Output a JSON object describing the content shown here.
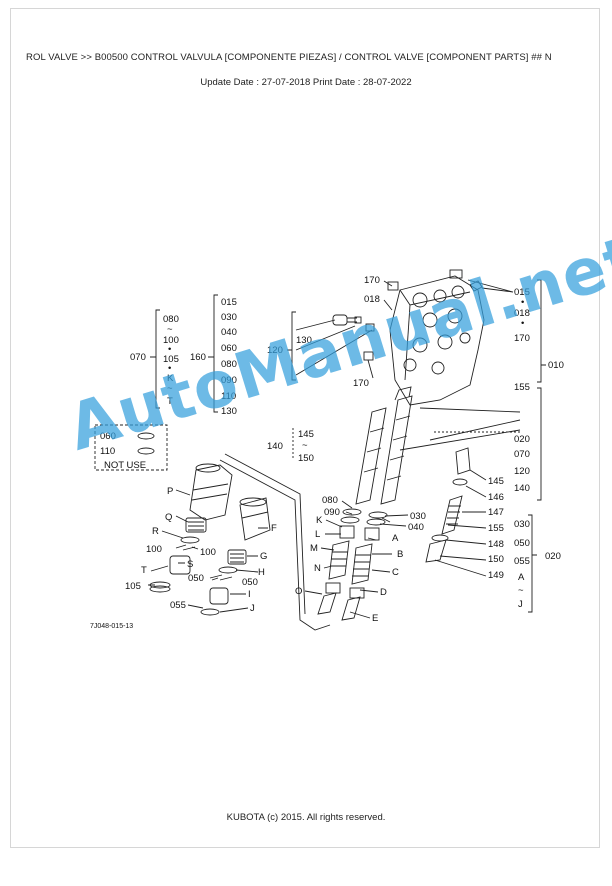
{
  "header": {
    "title": "ROL VALVE >> B00500   CONTROL VALVULA [COMPONENTE PIEZAS] / CONTROL VALVE [COMPONENT PARTS] ## N",
    "dates": "Update Date : 27-07-2018   Print Date : 28-07-2022"
  },
  "diagram": {
    "code": "7J048-015-13",
    "watermark": "AutoManual.net",
    "not_use": "NOT  USE",
    "group_070": [
      "080",
      "~",
      "100",
      "•",
      "105",
      "•",
      "K",
      "~",
      "T"
    ],
    "group_070_label": "070",
    "group_160": [
      "015",
      "030",
      "040",
      "060",
      "080",
      "090",
      "110",
      "130"
    ],
    "group_160_label": "160",
    "group_notuse": [
      "060",
      "110"
    ],
    "group_140": [
      "145",
      "~",
      "150"
    ],
    "group_140_label": "140",
    "group_010": [
      "015",
      "•",
      "018",
      "•",
      "170",
      "155",
      "020",
      "070",
      "120",
      "140"
    ],
    "group_010_label": "010",
    "group_020": [
      "030",
      "050",
      "055",
      "A",
      "~",
      "J"
    ],
    "group_020_label": "020",
    "callouts": {
      "c170a": "170",
      "c018": "018",
      "c130": "130",
      "c120": "120",
      "c170b": "170",
      "P": "P",
      "Q": "Q",
      "R": "R",
      "c100a": "100",
      "c100b": "100",
      "S": "S",
      "T": "T",
      "c105": "105",
      "c055": "055",
      "F": "F",
      "G": "G",
      "H": "H",
      "c050a": "050",
      "c050b": "050",
      "I": "I",
      "J": "J",
      "c080": "080",
      "c090": "090",
      "K": "K",
      "L": "L",
      "M": "M",
      "N": "N",
      "O": "O",
      "c030": "030",
      "c040": "040",
      "A": "A",
      "B": "B",
      "C": "C",
      "D": "D",
      "E": "E",
      "c145": "145",
      "c146": "146",
      "c147": "147",
      "c155": "155",
      "c148": "148",
      "c150": "150",
      "c149": "149"
    }
  },
  "footer": {
    "copyright": "KUBOTA (c) 2015. All rights reserved."
  }
}
